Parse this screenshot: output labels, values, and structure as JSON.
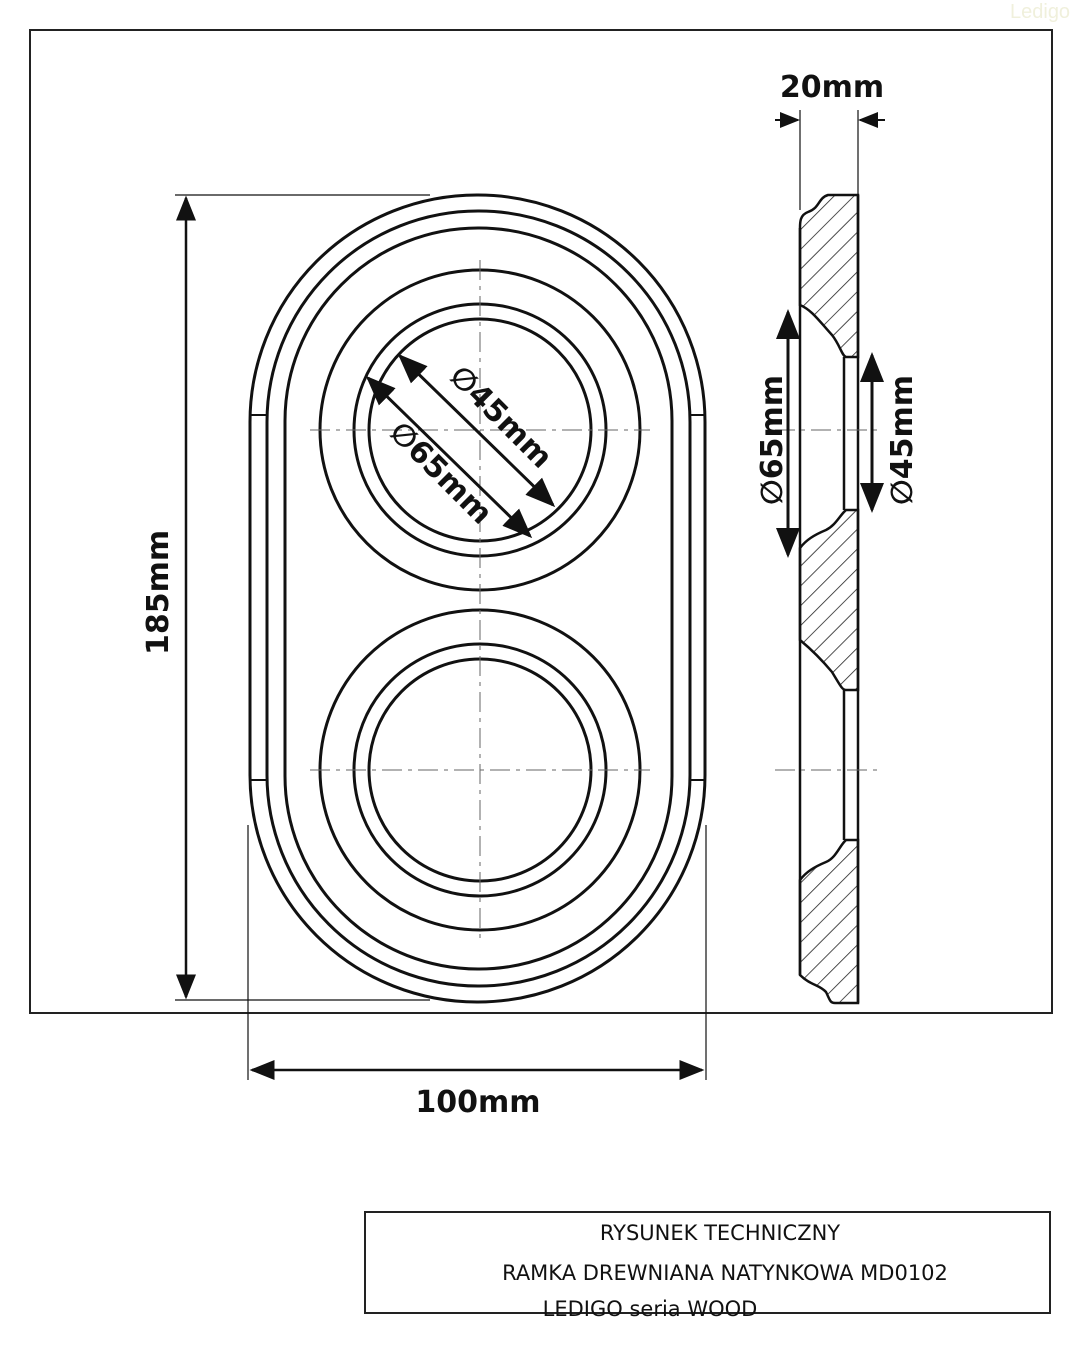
{
  "watermark": "Ledigo",
  "dimensions": {
    "depth": "20mm",
    "height": "185mm",
    "width": "100mm",
    "front_inner_diameter": "∅45mm",
    "front_outer_diameter": "∅65mm",
    "side_outer_diameter": "∅65mm",
    "side_inner_diameter": "∅45mm"
  },
  "title_block": {
    "line1": "RYSUNEK TECHNICZNY",
    "line2": "RAMKA DREWNIANA NATYNKOWA MD0102",
    "line3": "LEDIGO seria WOOD"
  }
}
